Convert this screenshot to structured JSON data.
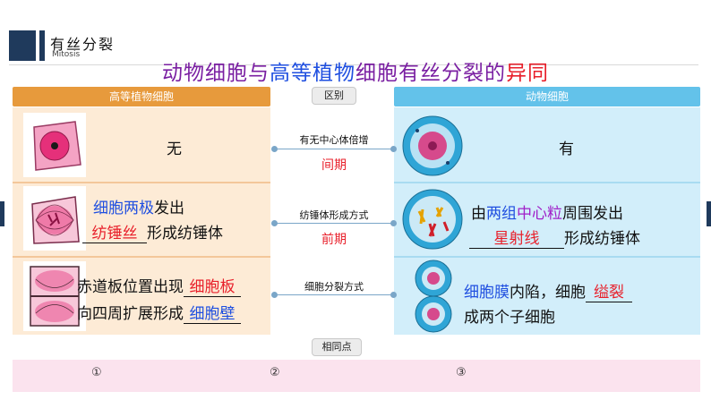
{
  "header": {
    "title": "有丝分裂",
    "subtitle": "Mitosis"
  },
  "main_title": {
    "p1": "动物细胞与",
    "p2": "高等植物",
    "p3": "细胞有丝分裂的",
    "p4": "异同"
  },
  "columns": {
    "plant": "高等植物细胞",
    "diff": "区别",
    "animal": "动物细胞"
  },
  "rows": [
    {
      "plant_text": "无",
      "mid_label": "有无中心体倍增",
      "period": "间期",
      "animal_text": "有"
    },
    {
      "plant_line1_blank": "细胞两极",
      "plant_line1_rest": "发出",
      "plant_line2_blank": "纺锤丝",
      "plant_line2_rest": "形成纺锤体",
      "mid_label": "纺锤体形成方式",
      "period": "前期",
      "animal_line1_a": "由",
      "animal_line1_b": "两组",
      "animal_line1_c": "中心粒",
      "animal_line1_d": "周围发出",
      "animal_line2_blank": "星射线",
      "animal_line2_rest": "形成纺锤体"
    },
    {
      "plant_line1_a": "赤道板位置出现",
      "plant_line1_b": "细胞板",
      "plant_line2_a": "向四周扩展形成",
      "plant_line2_b": "细胞壁",
      "mid_label": "细胞分裂方式",
      "animal_line1_a": "细胞膜",
      "animal_line1_b": "内陷，细胞",
      "animal_line1_c": "缢裂",
      "animal_line2": "成两个子细胞"
    }
  ],
  "same": {
    "label": "相同点",
    "items": [
      "①",
      "②",
      "③"
    ]
  },
  "colors": {
    "plant_header": "#e79a3c",
    "plant_panel": "#fdebd6",
    "animal_header": "#63c2ea",
    "animal_panel": "#d2eefa",
    "highlight_blue": "#1f4fe0",
    "highlight_red": "#e81f2a",
    "same_bar": "#fbe3ee"
  }
}
